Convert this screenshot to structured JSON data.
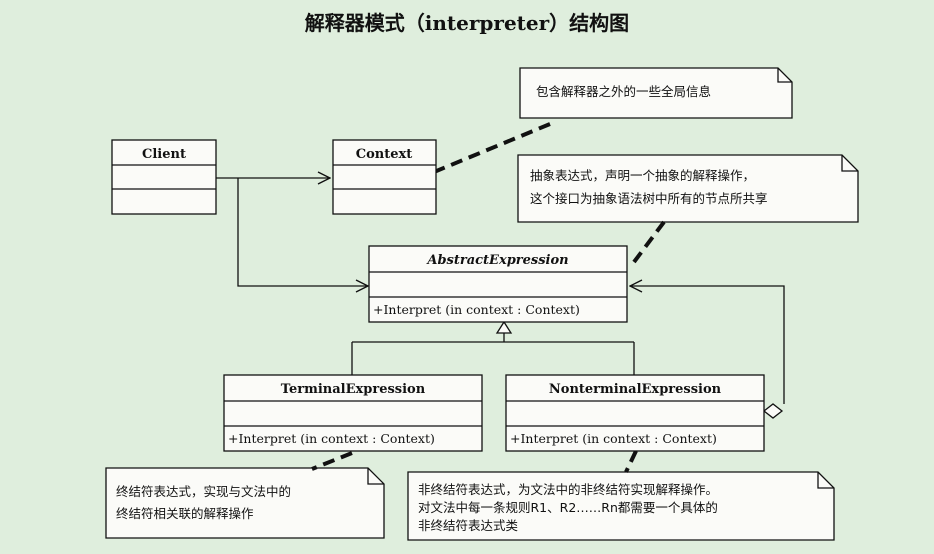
{
  "diagram": {
    "title": "解释器模式（interpreter）结构图",
    "classes": {
      "client": {
        "name": "Client"
      },
      "context": {
        "name": "Context"
      },
      "abstract_expression": {
        "name": "AbstractExpression",
        "operation": "+Interpret (in context  : Context)"
      },
      "terminal_expression": {
        "name": "TerminalExpression",
        "operation": "+Interpret (in context  : Context)"
      },
      "nonterminal_expression": {
        "name": "NonterminalExpression",
        "operation": "+Interpret (in context  : Context)"
      }
    },
    "notes": {
      "context_note": [
        "包含解释器之外的一些全局信息"
      ],
      "abstract_note": [
        "抽象表达式，声明一个抽象的解释操作，",
        "这个接口为抽象语法树中所有的节点所共享"
      ],
      "terminal_note": [
        "终结符表达式，实现与文法中的",
        "终结符相关联的解释操作"
      ],
      "nonterminal_note": [
        "非终结符表达式，为文法中的非终结符实现解释操作。",
        "对文法中每一条规则R1、R2……Rn都需要一个具体的",
        "非终结符表达式类"
      ]
    }
  }
}
